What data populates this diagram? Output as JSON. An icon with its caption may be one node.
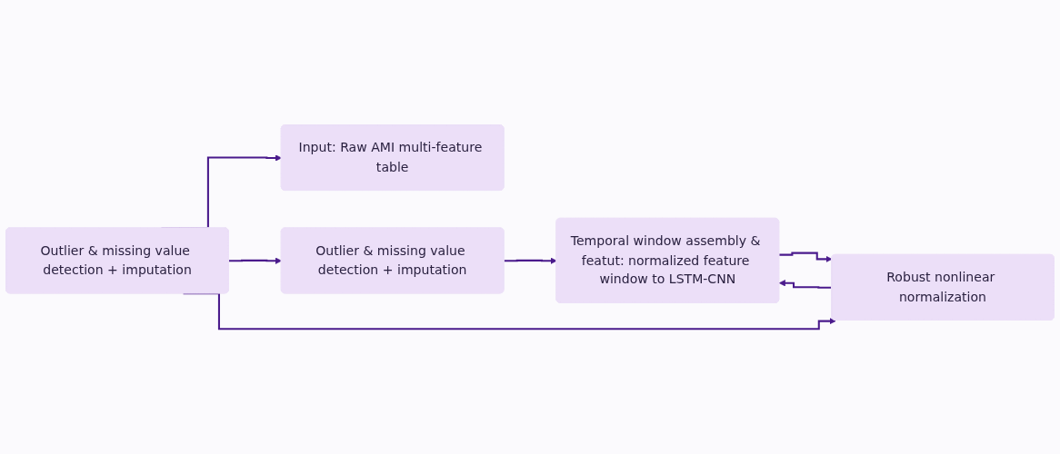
{
  "diagram": {
    "nodes": [
      {
        "text": [
          "Input: Raw AMI multi-feature table"
        ]
      },
      {
        "text": [
          "Outlier & missing value detection + imputation"
        ]
      },
      {
        "text": [
          "Outlier & missing value detection + imputation"
        ]
      },
      {
        "text": [
          "Temporal window assembly & featut: normalized feature window to LSTM-CNN"
        ]
      },
      {
        "text": [
          "Robust nonlinear normalization"
        ]
      }
    ],
    "edges": [
      {
        "from": 2,
        "to": 0,
        "arrow": "to"
      },
      {
        "from": 2,
        "to": 1,
        "arrow": "to"
      },
      {
        "from": 1,
        "to": 3,
        "arrow": "to"
      },
      {
        "from": 3,
        "to": 4,
        "arrow": "to"
      },
      {
        "from": 2,
        "to": 4,
        "arrow": "to"
      },
      {
        "from": 4,
        "to": 3,
        "arrow": "to"
      }
    ]
  }
}
